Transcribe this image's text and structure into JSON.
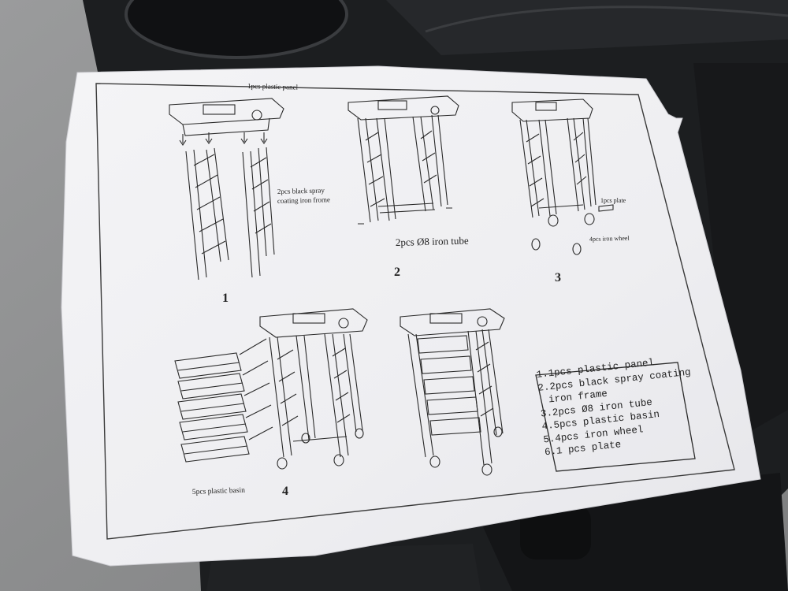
{
  "instruction_sheet": {
    "steps": [
      {
        "number": "1",
        "labels": [
          "1pcs plastic panel",
          "2pcs black spray",
          "coating iron frome"
        ]
      },
      {
        "number": "2",
        "labels": [
          "2pcs Ø8 iron tube"
        ]
      },
      {
        "number": "3",
        "labels": [
          "1pcs plate",
          "4pcs iron wheel"
        ]
      },
      {
        "number": "4",
        "labels": [
          "5pcs plastic basin"
        ]
      }
    ],
    "legend": [
      "1.1pcs plastic panel",
      "2.2pcs black spray coating",
      "iron frame",
      "3.2pcs Ø8 iron tube",
      "4.5pcs plastic basin",
      "5.4pcs iron wheel",
      "6.1 pcs plate"
    ]
  },
  "colors": {
    "paper": "#f2f2f4",
    "ink": "#2a2a2a",
    "floor": "#8d8e8f",
    "cart": "#1e2022"
  }
}
